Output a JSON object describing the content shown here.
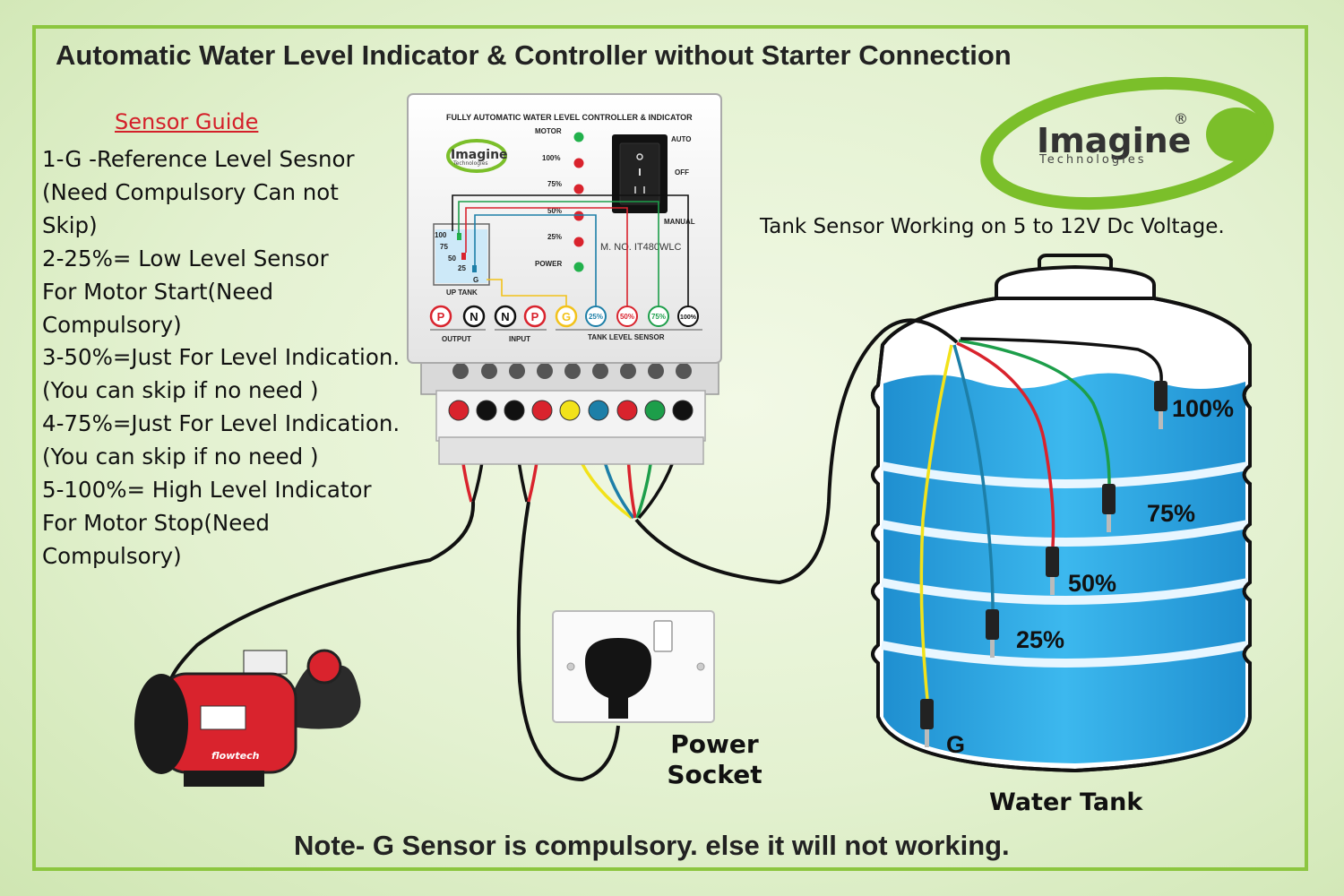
{
  "title": "Automatic Water Level Indicator & Controller without Starter Connection",
  "sensor_guide": {
    "heading": "Sensor Guide",
    "lines": [
      "1-G -Reference Level Sesnor",
      "(Need Compulsory Can not",
      "Skip)",
      "2-25%= Low Level Sensor",
      "For Motor Start(Need",
      "Compulsory)",
      "3-50%=Just For Level Indication.",
      "(You can skip if no need )",
      "4-75%=Just For Level Indication.",
      "(You can skip if no need )",
      "5-100%= High Level Indicator",
      "For Motor Stop(Need",
      "Compulsory)"
    ]
  },
  "brand": {
    "name": "Imagine",
    "sub": "Technologies",
    "reg": "®"
  },
  "tank_note": "Tank Sensor Working on 5 to 12V Dc Voltage.",
  "controller": {
    "header": "FULLY AUTOMATIC WATER LEVEL  CONTROLLER & INDICATOR",
    "brand": "Imagine",
    "brand_sub": "Technologies",
    "led_labels": [
      "MOTOR",
      "100%",
      "75%",
      "50%",
      "25%",
      "POWER"
    ],
    "switch_labels": [
      "AUTO",
      "OFF",
      "MANUAL"
    ],
    "model": "M. NO. IT480WLC",
    "mini_tank": {
      "levels": [
        "100",
        "75",
        "50",
        "25",
        "G"
      ],
      "label": "UP TANK"
    },
    "terminals": [
      "P",
      "N",
      "N",
      "P",
      "G",
      "25%",
      "50%",
      "75%",
      "100%"
    ],
    "groups": [
      "OUTPUT",
      "INPUT",
      "TANK LEVEL SENSOR"
    ]
  },
  "pump": {
    "brand": "flowtech"
  },
  "socket_label": "Power Socket",
  "tank_levels": [
    "100%",
    "75%",
    "50%",
    "25%",
    "G"
  ],
  "tank_label": "Water Tank",
  "note": "Note- G Sensor is compulsory. else it will not working.",
  "colors": {
    "frame": "#8cc63f",
    "water": "#2aa6e2",
    "red_wire": "#d9232d",
    "yellow_wire": "#f2e21a",
    "blue_wire": "#1d7fa8",
    "green_wire": "#1d9e4a",
    "black_wire": "#111111",
    "led_green": "#22b14c",
    "led_red": "#d9232d"
  }
}
